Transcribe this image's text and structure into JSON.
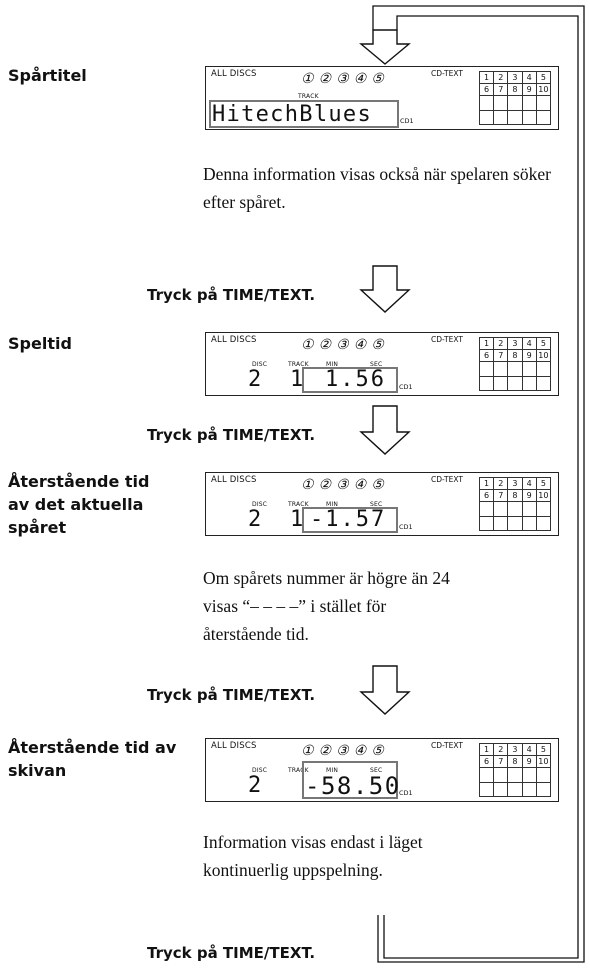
{
  "display_common": {
    "all_discs": "ALL DISCS",
    "cd_text": "CD-TEXT",
    "disc_numbers": "①②③④⑤",
    "cd1": "CD1",
    "grid_row1": [
      "1",
      "2",
      "3",
      "4",
      "5"
    ],
    "grid_row2": [
      "6",
      "7",
      "8",
      "9",
      "10"
    ],
    "disc_label": "DISC",
    "track_label": "TRACK",
    "min_label": "MIN",
    "sec_label": "SEC"
  },
  "sections": {
    "track_title": {
      "label": "Spårtitel",
      "display_text": "HitechBlues",
      "note": "Denna information visas också när spelaren söker efter spåret."
    },
    "press1": "Tryck på TIME/TEXT.",
    "play_time": {
      "label": "Speltid",
      "disc": "2",
      "track": "1",
      "time": "1.56"
    },
    "press2": "Tryck på TIME/TEXT.",
    "remaining_track": {
      "label_lines": [
        "Återstående tid",
        "av det aktuella",
        "spåret"
      ],
      "disc": "2",
      "track": "1",
      "time": "-1.57",
      "note_lines": [
        "Om spårets nummer är högre än 24",
        "visas “– – – –” i stället för",
        "återstående tid."
      ]
    },
    "press3": "Tryck på TIME/TEXT.",
    "remaining_disc": {
      "label_lines": [
        "Återstående tid av",
        "skivan"
      ],
      "disc": "2",
      "time": "-58.50",
      "note_lines": [
        "Information visas endast i läget",
        "kontinuerlig uppspelning."
      ]
    },
    "press4": "Tryck på TIME/TEXT."
  }
}
